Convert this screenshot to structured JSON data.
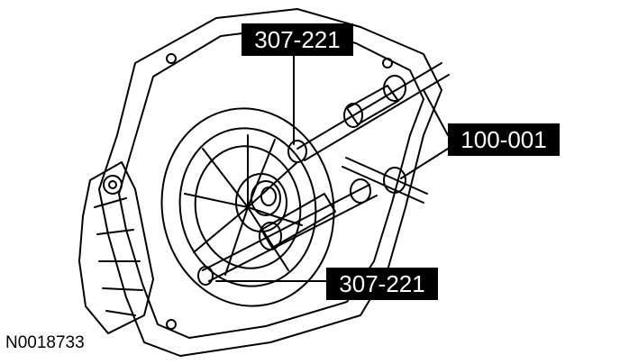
{
  "callouts": {
    "top": "307-221",
    "right": "100-001",
    "bottom": "307-221"
  },
  "figure_id": "N0018733"
}
